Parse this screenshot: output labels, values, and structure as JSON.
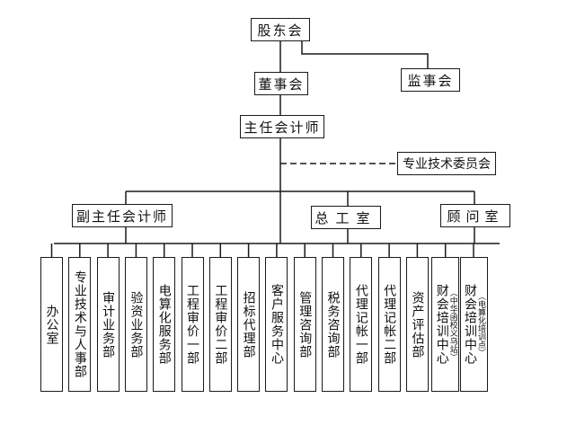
{
  "top": {
    "shareholders": "股东会",
    "board": "董事会",
    "supervisors": "监事会",
    "chief_cpa": "主任会计师",
    "tech_committee": "专业技术委员会"
  },
  "middle": {
    "deputy_cpa": "副主任会计师",
    "general_office": "总工室",
    "advisory_office": "顾问室"
  },
  "departments": [
    {
      "label": "办公室"
    },
    {
      "label": "专业技术与人事部"
    },
    {
      "label": "审计业务部"
    },
    {
      "label": "验资业务部"
    },
    {
      "label": "电算化服务部"
    },
    {
      "label": "工程审价一部"
    },
    {
      "label": "工程审价二部"
    },
    {
      "label": "招标代理部"
    },
    {
      "label": "客户服务中心"
    },
    {
      "label": "管理咨询部"
    },
    {
      "label": "税务咨询部"
    },
    {
      "label": "代理记帐一部"
    },
    {
      "label": "代理记帐二部"
    },
    {
      "label": "资产评估部"
    },
    {
      "label": "财会培训中心",
      "sub": "（中华函校义乌站）"
    },
    {
      "label": "财会培训中心",
      "sub": "（电算化培训点）"
    }
  ]
}
